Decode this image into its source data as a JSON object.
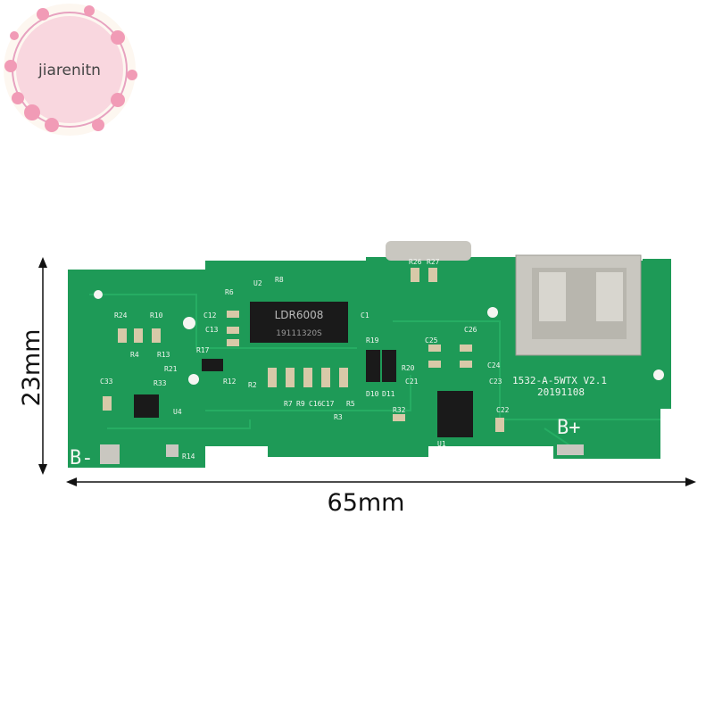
{
  "watermark": {
    "text": "jiarenitn",
    "colors": {
      "ring": "#f6c9d6",
      "flower": "#f19bb6",
      "leaf": "#8fcf6b"
    }
  },
  "dimensions": {
    "height_label": "23mm",
    "width_label": "65mm"
  },
  "board": {
    "model": "1532-A-5WTX  V2.1",
    "date": "20191108",
    "negative_terminal": "B-",
    "positive_terminal": "B+",
    "chip_name": "LDR6008",
    "chip_code": "19111320S",
    "component_labels": [
      "R24",
      "R10",
      "R4",
      "R13",
      "R21",
      "C33",
      "R33",
      "U4",
      "R14",
      "R6",
      "C12",
      "C13",
      "R17",
      "R12",
      "R2",
      "U2",
      "R8",
      "R7",
      "R9",
      "C16",
      "C17",
      "R3",
      "R5",
      "C1",
      "R19",
      "R20",
      "D10",
      "D11",
      "R32",
      "U1",
      "C25",
      "C26",
      "C24",
      "C21",
      "C23",
      "C22",
      "R26",
      "R27"
    ],
    "colors": {
      "pcb": "#1e9a57",
      "trace": "#26ad63",
      "silkscreen": "#f2f6f0",
      "metal": "#c9c7c0"
    }
  }
}
